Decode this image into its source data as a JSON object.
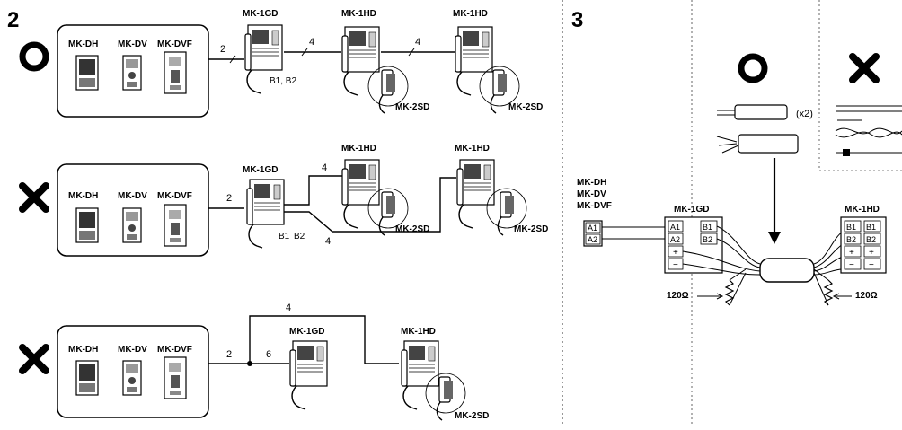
{
  "section2": {
    "number": "2",
    "units": [
      "MK-DH",
      "MK-DV",
      "MK-DVF"
    ],
    "config_ok": {
      "mark": "O",
      "master": "MK-1GD",
      "sub1": "MK-1HD",
      "sub2": "MK-1HD",
      "handset1": "MK-2SD",
      "handset2": "MK-2SD",
      "wire_a": "2",
      "wire_b": "4",
      "wire_c": "4",
      "terminal": "B1, B2"
    },
    "config_bad1": {
      "mark": "X",
      "master": "MK-1GD",
      "sub1": "MK-1HD",
      "sub2": "MK-1HD",
      "handset1": "MK-2SD",
      "handset2": "MK-2SD",
      "wire_a": "2",
      "wire_b": "4",
      "wire_c": "4",
      "terminal_b1": "B1",
      "terminal_b2": "B2"
    },
    "config_bad2": {
      "mark": "X",
      "master": "MK-1GD",
      "sub1": "MK-1HD",
      "handset1": "MK-2SD",
      "wire_a": "2",
      "wire_b": "6",
      "wire_c": "4"
    }
  },
  "section3": {
    "number": "3",
    "ok_mark": "O",
    "bad_mark": "X",
    "cable_qty": "(x2)",
    "door_units": [
      "MK-DH",
      "MK-DV",
      "MK-DVF"
    ],
    "door_terminals": [
      "A1",
      "A2"
    ],
    "master": "MK-1GD",
    "master_terminals": [
      "A1",
      "A2",
      "+",
      "−",
      "B1",
      "B2"
    ],
    "sub": "MK-1HD",
    "sub_terminals": [
      "B1",
      "B1",
      "B2",
      "B2",
      "+",
      "+",
      "−",
      "−"
    ],
    "resistor_left": "120Ω",
    "resistor_right": "120Ω"
  }
}
